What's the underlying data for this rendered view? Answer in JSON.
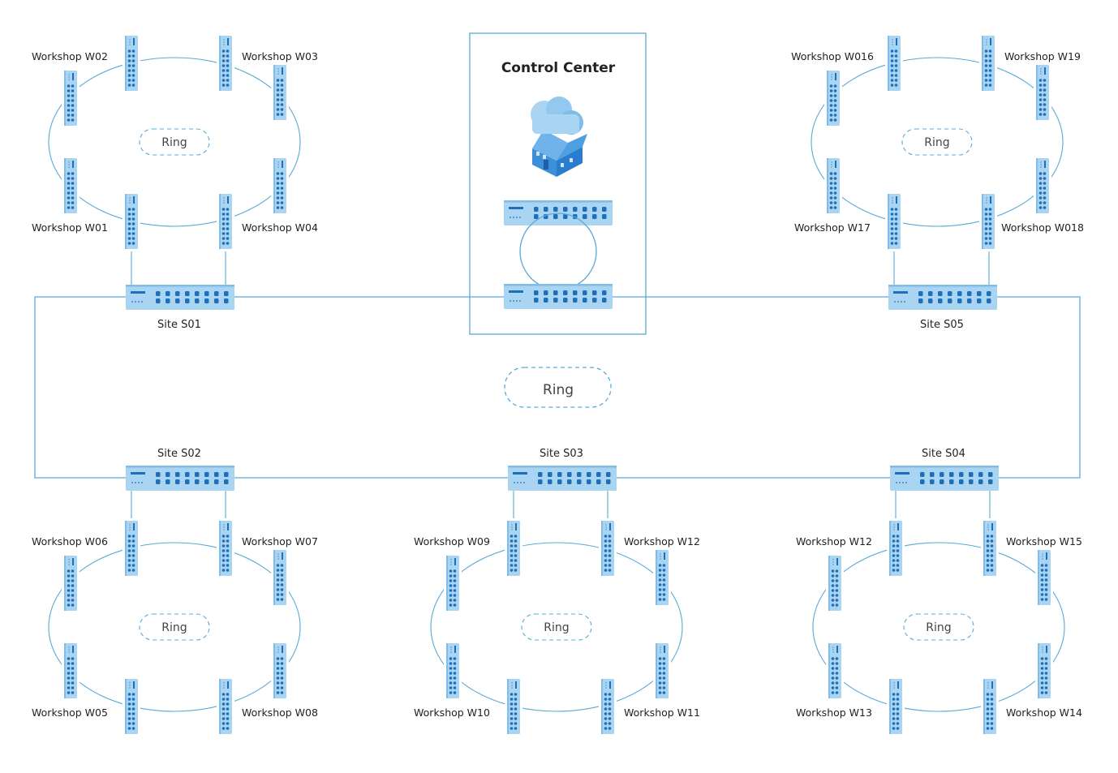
{
  "title": "Control Center",
  "main_ring_label": "Ring",
  "sites": [
    {
      "id": "s01",
      "label": "Site S01"
    },
    {
      "id": "s02",
      "label": "Site S02"
    },
    {
      "id": "s03",
      "label": "Site S03"
    },
    {
      "id": "s04",
      "label": "Site S04"
    },
    {
      "id": "s05",
      "label": "Site S05"
    }
  ],
  "clusters": [
    {
      "site": "s01",
      "ring_label": "Ring",
      "labels": [
        "Workshop W02",
        "Workshop W03",
        "Workshop W01",
        "Workshop W04"
      ]
    },
    {
      "site": "s05",
      "ring_label": "Ring",
      "labels": [
        "Workshop W016",
        "Workshop W19",
        "Workshop W17",
        "Workshop W018"
      ]
    },
    {
      "site": "s02",
      "ring_label": "Ring",
      "labels": [
        "Workshop W06",
        "Workshop W07",
        "Workshop W05",
        "Workshop W08"
      ]
    },
    {
      "site": "s03",
      "ring_label": "Ring",
      "labels": [
        "Workshop W09",
        "Workshop W12",
        "Workshop W10",
        "Workshop W11"
      ]
    },
    {
      "site": "s04",
      "ring_label": "Ring",
      "labels": [
        "Workshop W12",
        "Workshop W15",
        "Workshop W13",
        "Workshop W14"
      ]
    }
  ],
  "colors": {
    "line": "#5aa9d6",
    "device_fill": "#a9d4f2",
    "device_dark": "#1f6fb8",
    "label": "#222222",
    "ring_label": "#444444"
  },
  "icons": {
    "control_center": "cloud-building-icon",
    "switch": "network-switch-icon"
  }
}
